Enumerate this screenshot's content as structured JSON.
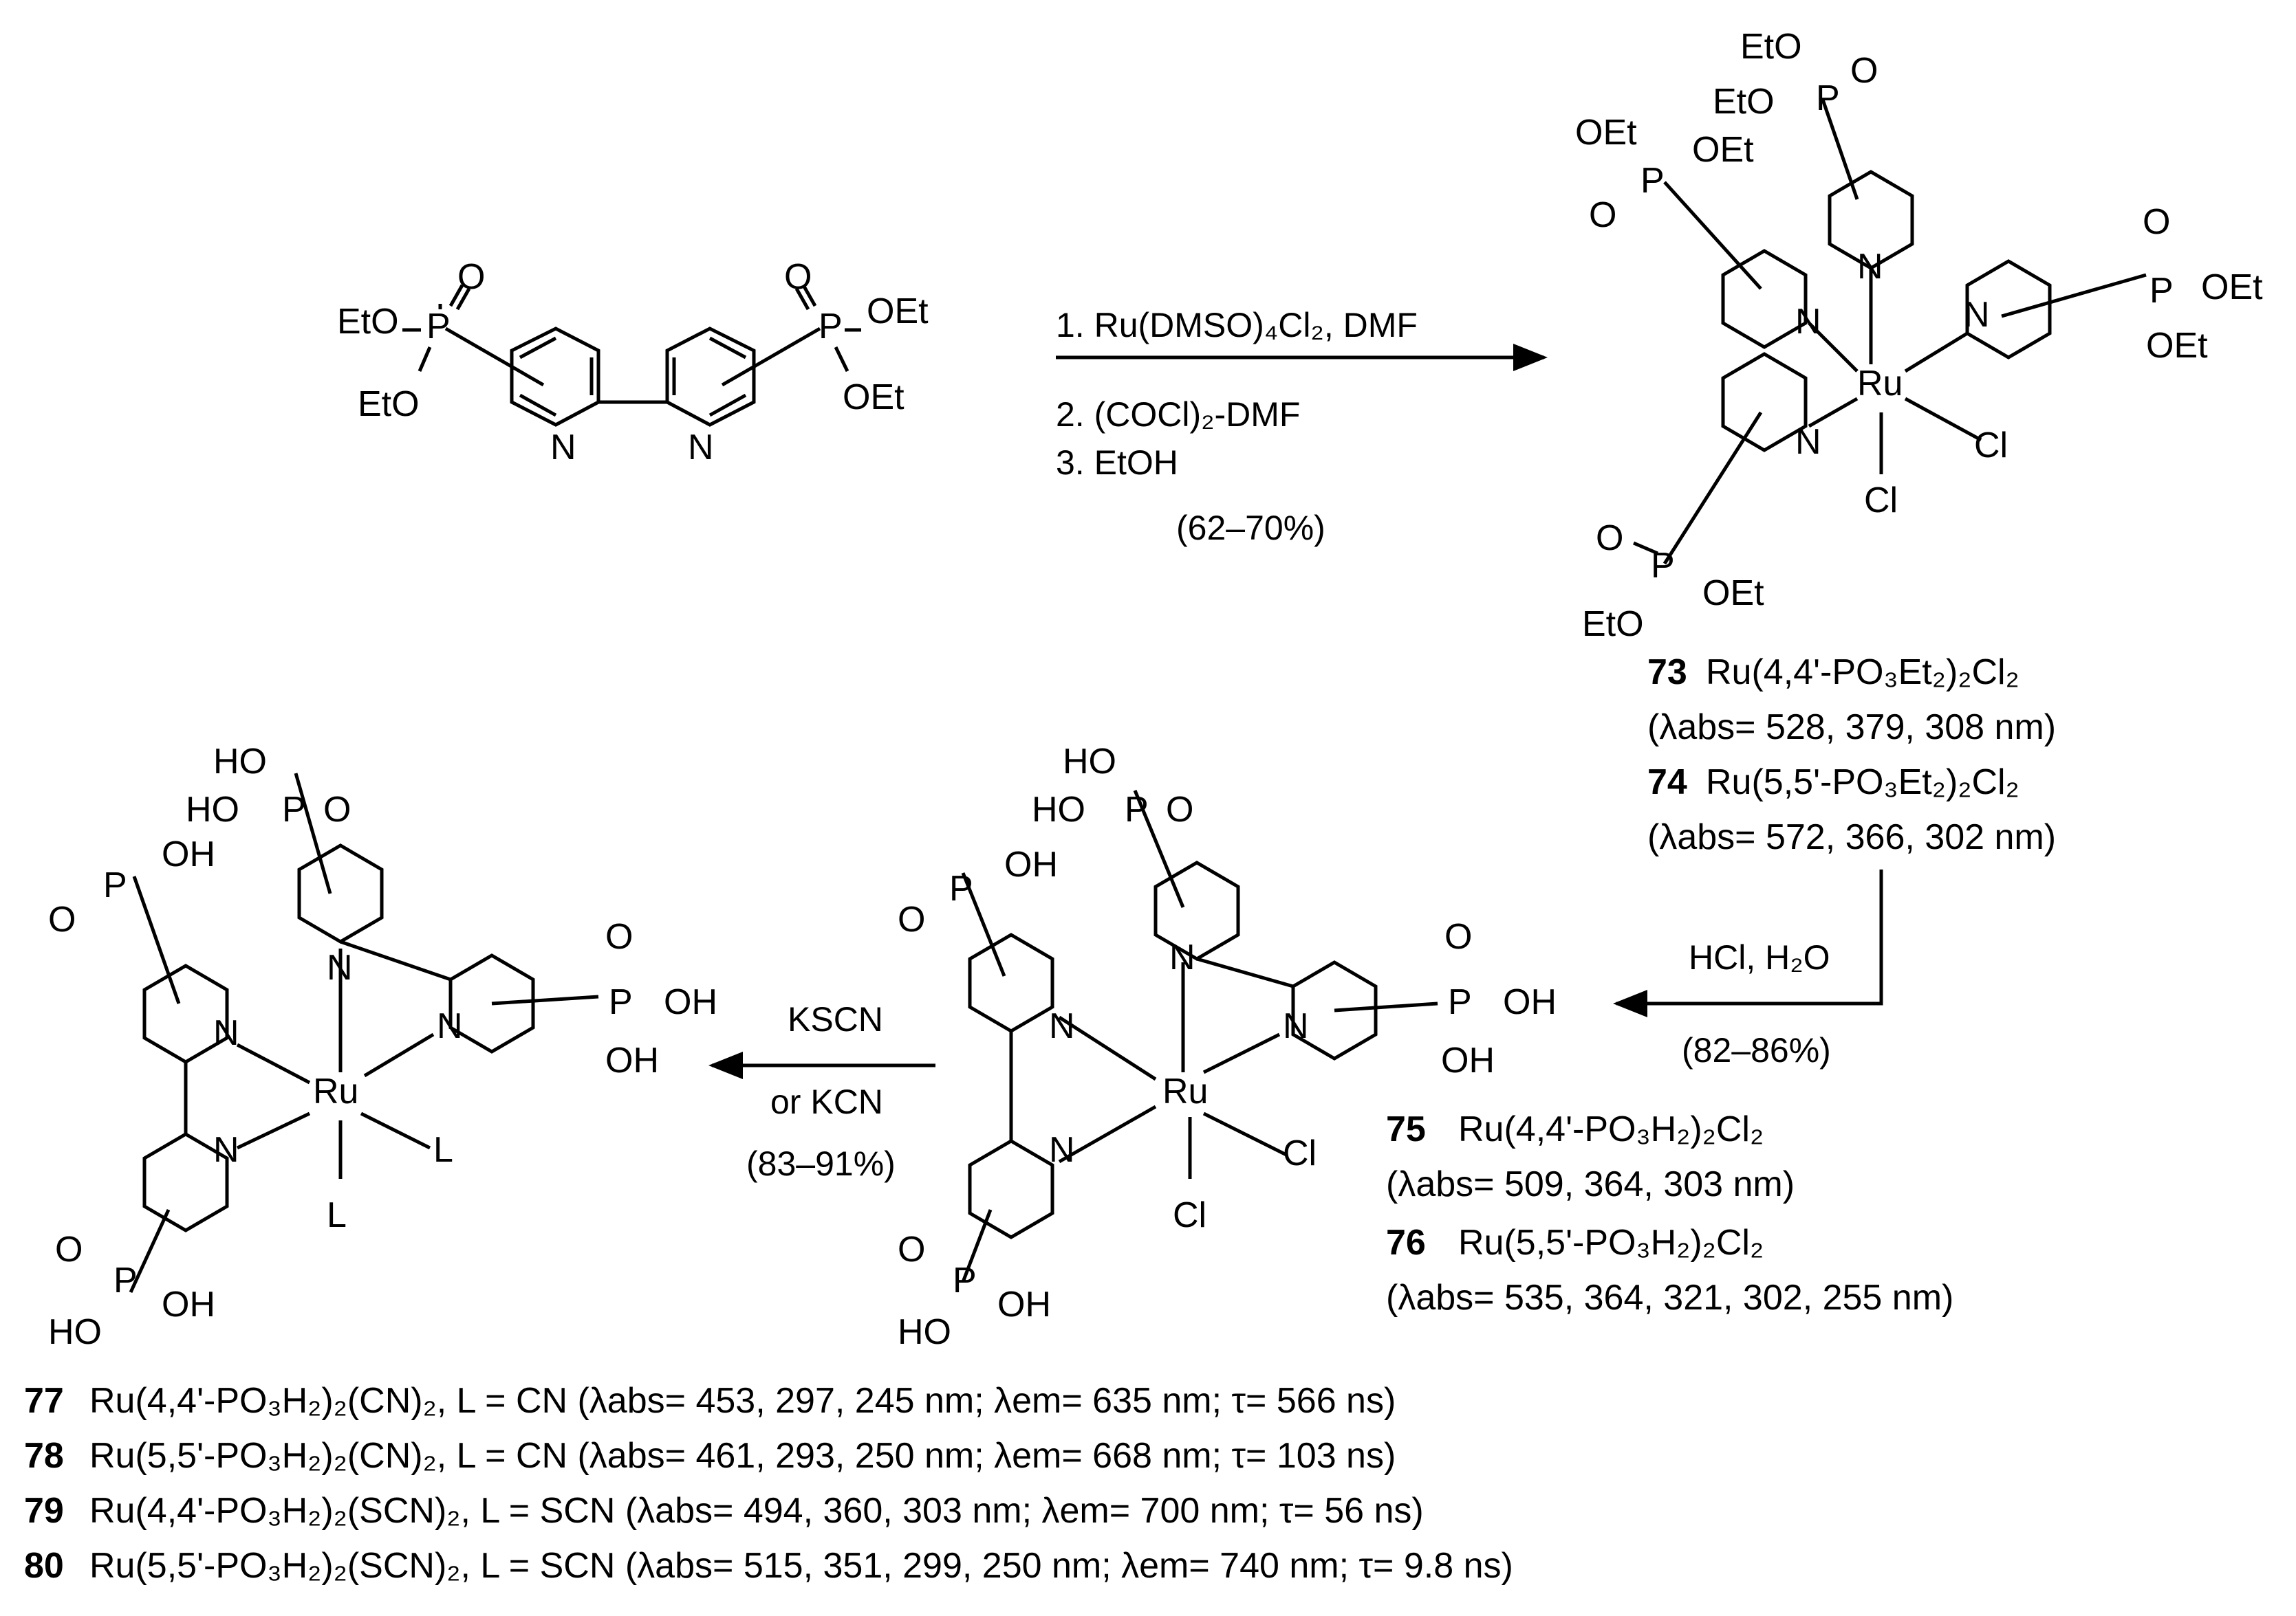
{
  "scheme": {
    "reactant": {
      "groups": [
        "EtO",
        "O",
        "P",
        "EtO",
        "O",
        "OEt",
        "P",
        "OEt"
      ],
      "atoms": [
        "N",
        "N"
      ]
    },
    "step1": {
      "line1": "1. Ru(DMSO)₄Cl₂, DMF",
      "line2": "2. (COCl)₂-DMF",
      "line3": "3. EtOH",
      "yield": "(62–70%)"
    },
    "step2": {
      "reagent": "HCl, H₂O",
      "yield": "(82–86%)"
    },
    "step3": {
      "reagent1": "KSCN",
      "reagent2": "or KCN",
      "yield": "(83–91%)"
    },
    "complex_ester": {
      "metal": "Ru",
      "ligands": [
        "Cl",
        "Cl"
      ],
      "atoms": [
        "N",
        "N",
        "N",
        "N"
      ],
      "groups": [
        "EtO",
        "O",
        "P",
        "EtO",
        "O",
        "OEt",
        "P",
        "OEt",
        "O",
        "OEt",
        "P",
        "OEt",
        "O",
        "OEt",
        "P",
        "EtO"
      ]
    },
    "complex_acid": {
      "metal": "Ru",
      "ligands": [
        "Cl",
        "Cl"
      ],
      "atoms": [
        "N",
        "N",
        "N",
        "N"
      ],
      "groups": [
        "HO",
        "O",
        "P",
        "HO",
        "OH",
        "P",
        "O",
        "O",
        "P",
        "OH",
        "OH",
        "O",
        "P",
        "OH",
        "HO"
      ]
    },
    "complex_final": {
      "metal": "Ru",
      "ligands": [
        "L",
        "L"
      ],
      "atoms": [
        "N",
        "N",
        "N",
        "N"
      ],
      "groups": [
        "HO",
        "O",
        "P",
        "HO",
        "OH",
        "P",
        "O",
        "O",
        "P",
        "OH",
        "OH",
        "O",
        "P",
        "OH",
        "HO"
      ]
    },
    "compounds": {
      "c73": {
        "number": "73",
        "formula": "Ru(4,4'-PO₃Et₂)₂Cl₂",
        "abs": "(λabs= 528, 379, 308 nm)"
      },
      "c74": {
        "number": "74",
        "formula": "Ru(5,5'-PO₃Et₂)₂Cl₂",
        "abs": "(λabs= 572, 366, 302 nm)"
      },
      "c75": {
        "number": "75",
        "formula": "Ru(4,4'-PO₃H₂)₂Cl₂",
        "abs": "(λabs= 509, 364, 303 nm)"
      },
      "c76": {
        "number": "76",
        "formula": "Ru(5,5'-PO₃H₂)₂Cl₂",
        "abs": "(λabs= 535, 364, 321, 302, 255 nm)"
      }
    },
    "final_list": [
      {
        "number": "77",
        "text": "Ru(4,4'-PO₃H₂)₂(CN)₂, L = CN  (λabs= 453, 297, 245 nm; λem= 635 nm; τ= 566 ns)"
      },
      {
        "number": "78",
        "text": "Ru(5,5'-PO₃H₂)₂(CN)₂, L = CN  (λabs= 461, 293, 250 nm; λem= 668 nm; τ= 103 ns)"
      },
      {
        "number": "79",
        "text": "Ru(4,4'-PO₃H₂)₂(SCN)₂, L = SCN  (λabs= 494, 360, 303 nm; λem= 700 nm; τ= 56 ns)"
      },
      {
        "number": "80",
        "text": "Ru(5,5'-PO₃H₂)₂(SCN)₂, L = SCN  (λabs= 515, 351, 299, 250 nm; λem= 740 nm; τ= 9.8 ns)"
      }
    ]
  }
}
